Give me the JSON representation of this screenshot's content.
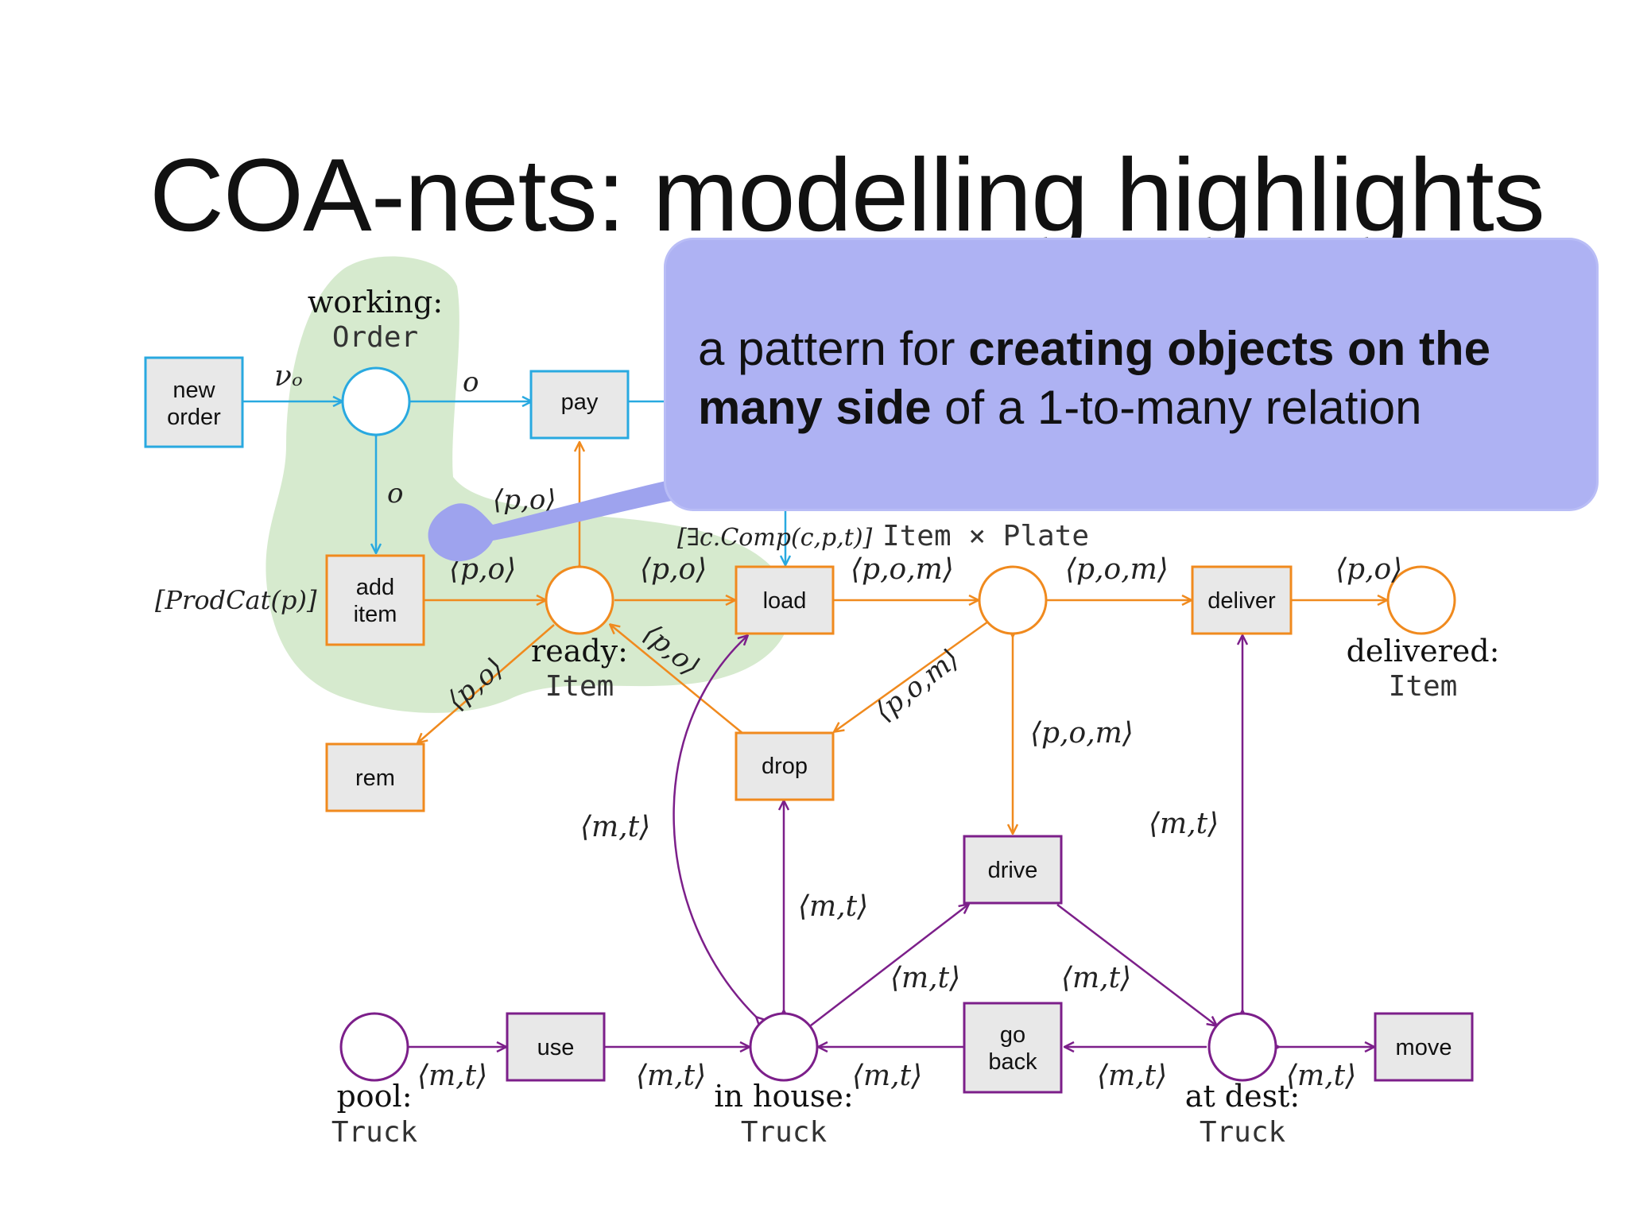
{
  "slide": {
    "title": "COA-nets: modelling highlights"
  },
  "callout": {
    "text_pre": "a pattern for ",
    "text_bold_1": "creating objects on the",
    "text_bold_2": "many side",
    "text_post": " of a 1-to-many relation"
  },
  "places": {
    "working": {
      "name": "working:",
      "type": "Order"
    },
    "ready": {
      "name": "ready:",
      "type": "Item"
    },
    "in_truck": {
      "type": "Item × Plate"
    },
    "delivered": {
      "name": "delivered:",
      "type": "Item"
    },
    "pool": {
      "name": "pool:",
      "type": "Truck"
    },
    "in_house": {
      "name": "in house:",
      "type": "Truck"
    },
    "at_dest": {
      "name": "at dest:",
      "type": "Truck"
    }
  },
  "transitions": {
    "new_order": "new order",
    "pay": "pay",
    "add_item": "add item",
    "rem": "rem",
    "load": "load",
    "deliver": "deliver",
    "drop": "drop",
    "drive": "drive",
    "go_back": "go back",
    "use": "use",
    "move": "move"
  },
  "guards": {
    "add_item": "[ProdCat(p)]",
    "load": "[∃c.Comp(c,p,t)]"
  },
  "arc_labels": {
    "nu_o": "νₒ",
    "o": "o",
    "po": "⟨p,o⟩",
    "pom": "⟨p,o,m⟩",
    "mt": "⟨m,t⟩"
  },
  "colors": {
    "order_blue": "#29a9e0",
    "item_orange": "#f08a1e",
    "truck_purple": "#7c1f8a",
    "highlight_green": "#cfe6c6",
    "callout_bg": "#aeb2f3",
    "callout_blob": "#9ea3ee",
    "transition_fill": "#e8e8e8"
  }
}
